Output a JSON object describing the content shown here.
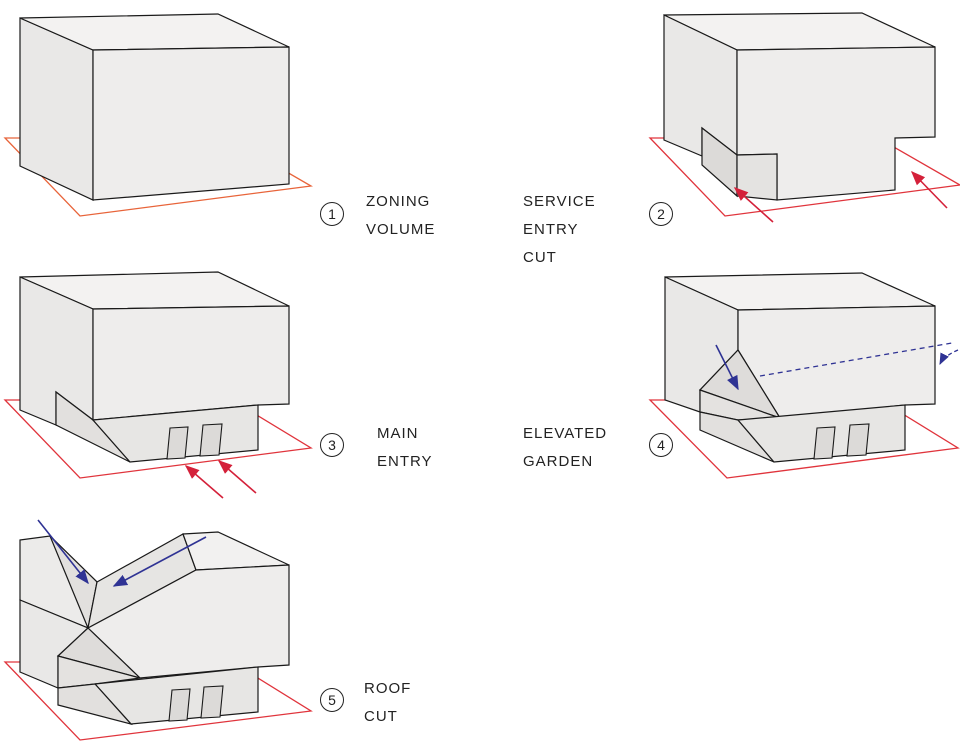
{
  "stages": [
    {
      "number": "1",
      "lines": [
        "ZONING",
        "VOLUME"
      ]
    },
    {
      "number": "2",
      "lines": [
        "SERVICE",
        "ENTRY",
        "CUT"
      ]
    },
    {
      "number": "3",
      "lines": [
        "MAIN",
        "ENTRY"
      ]
    },
    {
      "number": "4",
      "lines": [
        "ELEVATED",
        "GARDEN"
      ]
    },
    {
      "number": "5",
      "lines": [
        "ROOF",
        "CUT"
      ]
    }
  ],
  "colors": {
    "site_outline": "#e0343c",
    "site_outline_stage1": "#e8643a",
    "entry_arrow": "#d4213a",
    "garden_arrow": "#2f3394",
    "massing_fill": "#eeedec",
    "massing_top": "#f2f1f0",
    "massing_stroke": "#1a1a1a"
  }
}
